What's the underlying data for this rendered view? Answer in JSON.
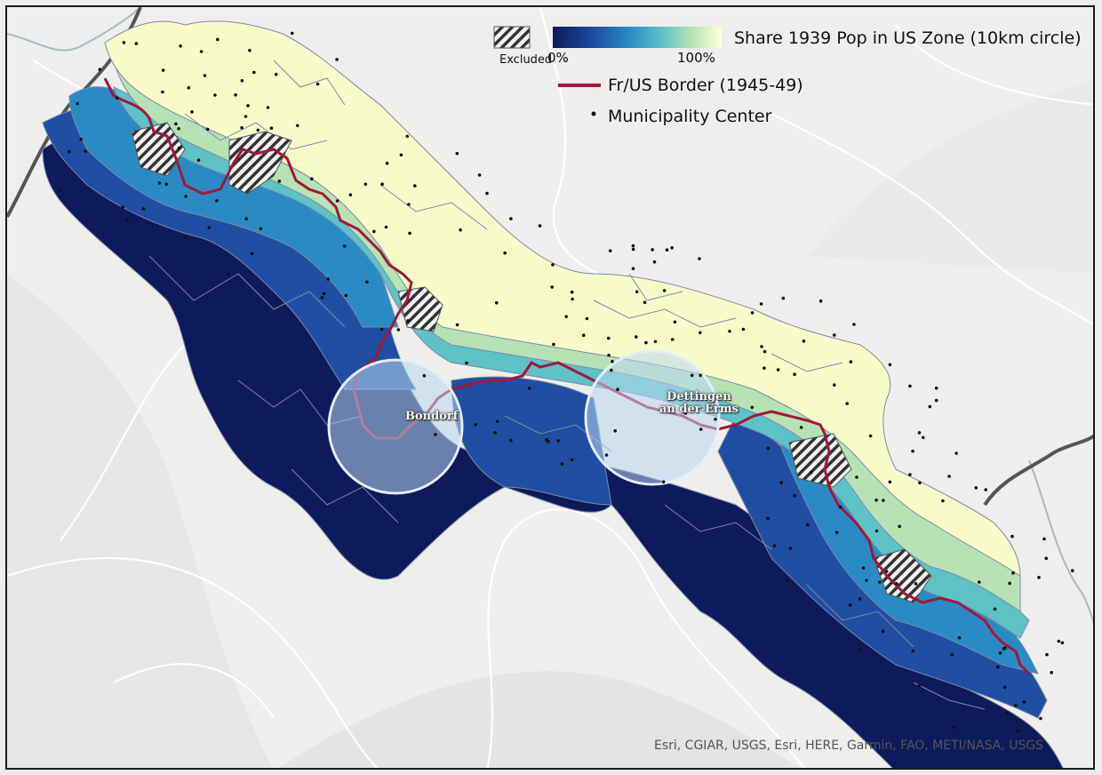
{
  "legend": {
    "title": "Share 1939 Pop in US Zone (10km circle)",
    "min_label": "0%",
    "max_label": "100%",
    "excluded_label": "Excluded",
    "border_label": "Fr/US Border (1945-49)",
    "center_label": "Municipality Center",
    "gradient_colors": [
      "#0c1a5c",
      "#1f4ea3",
      "#2a8bc4",
      "#5ec2c7",
      "#b7e2b5",
      "#feffd8"
    ]
  },
  "places": {
    "bondorf": "Bondorf",
    "dettingen_line1": "Dettingen",
    "dettingen_line2": "an der Erms"
  },
  "attribution": "Esri, CGIAR, USGS, Esri, HERE, Garmin, FAO, METI/NASA, USGS",
  "colors": {
    "border_line": "#a3163a",
    "centers": "#111111",
    "circle_fill": "#b9d7f0",
    "circle_stroke": "#e4eef8"
  }
}
